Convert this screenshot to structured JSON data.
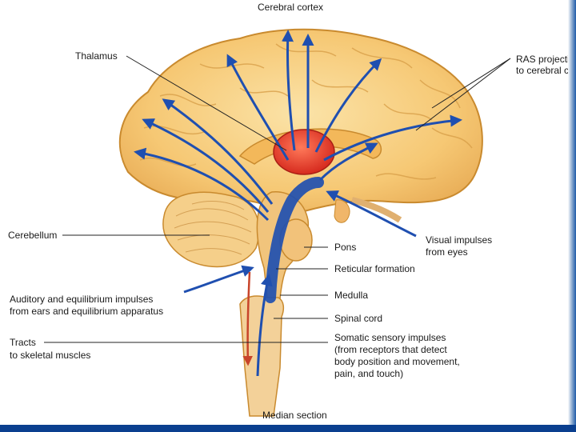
{
  "labels": {
    "cerebral_cortex": "Cerebral cortex",
    "thalamus": "Thalamus",
    "ras_line1": "RAS projecti",
    "ras_line2": "to cerebral c",
    "cerebellum": "Cerebellum",
    "visual_line1": "Visual impulses",
    "visual_line2": "from eyes",
    "pons": "Pons",
    "reticular": "Reticular formation",
    "auditory_line1": "Auditory and equilibrium impulses",
    "auditory_line2": "from ears and equilibrium apparatus",
    "medulla": "Medulla",
    "spinal_cord": "Spinal cord",
    "tracts_line1": "Tracts",
    "tracts_line2": "to skeletal muscles",
    "somatic_line1": "Somatic sensory impulses",
    "somatic_line2": "(from receptors that detect",
    "somatic_line3": "body position and movement,",
    "somatic_line4": "pain, and touch)",
    "median_section": "Median section"
  },
  "colors": {
    "brain_fill": "#f6c874",
    "brain_stroke": "#c98a2e",
    "thalamus": "#e23a2a",
    "pathway": "#1f4fb0",
    "motor_tract": "#c8442a",
    "bar": "#0a3f8f"
  }
}
